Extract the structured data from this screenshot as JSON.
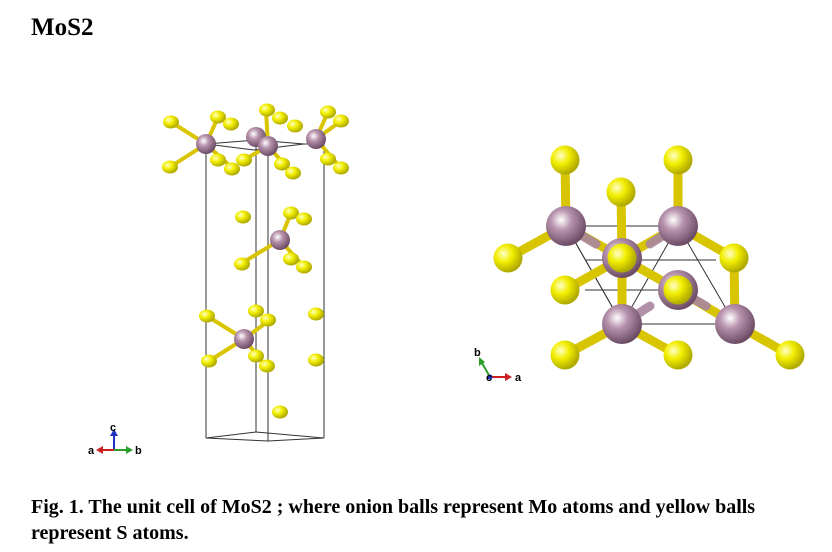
{
  "title": "MoS2",
  "caption": "Fig. 1. The unit cell of MoS2 ; where onion balls represent Mo atoms and yellow balls represent S atoms.",
  "colors": {
    "mo": "#a9869f",
    "mo_dark": "#6f5068",
    "s": "#f4f000",
    "s_dark": "#a8a300",
    "cell_line": "#333333",
    "axis_a": "#cc2020",
    "axis_b": "#2aa02a",
    "axis_c": "#2030c0"
  },
  "views": {
    "side": {
      "axes": {
        "a": "a",
        "b": "b",
        "c": "c"
      }
    },
    "top": {
      "axes": {
        "a": "a",
        "b": "b",
        "c": "c"
      }
    }
  }
}
